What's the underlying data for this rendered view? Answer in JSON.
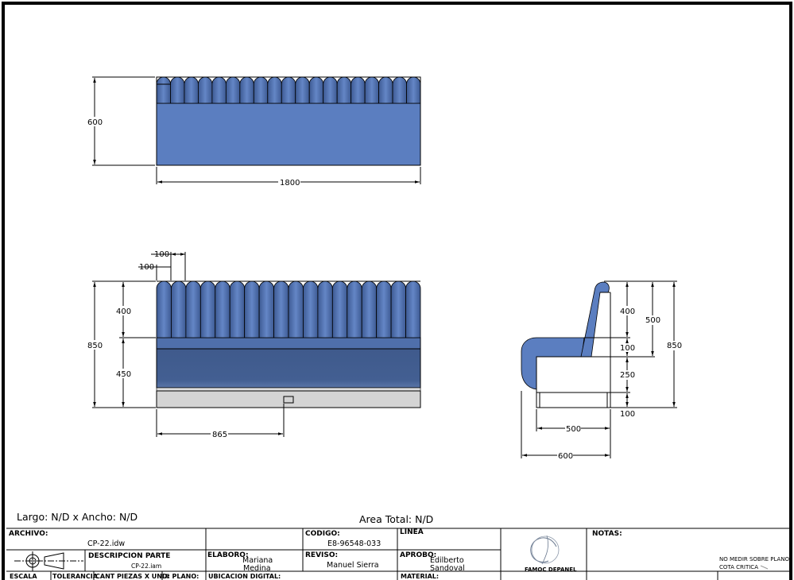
{
  "colors": {
    "upholstery": "#5b7ec0",
    "upholstery_dark": "#3f5a8c",
    "base_gray": "#d4d4d4"
  },
  "top_view": {
    "dim_depth": "600",
    "dim_width": "1800",
    "cushion_count": 19
  },
  "front_view": {
    "dim_total_height": "850",
    "dim_back_height": "400",
    "dim_seat_height": "450",
    "dim_cushion_width": "100",
    "dim_cushion_offset": "100",
    "dim_center": "865",
    "cushion_count": 18
  },
  "side_view": {
    "dim_back": "400",
    "dim_back_total": "500",
    "dim_total_height": "850",
    "dim_arm": "100",
    "dim_seat": "250",
    "dim_legs": "100",
    "dim_seat_depth": "500",
    "dim_total_depth": "600"
  },
  "summary": {
    "size": "Largo: N/D x Ancho: N/D",
    "area": "Area Total: N/D"
  },
  "title_block": {
    "archivo_label": "ARCHIVO:",
    "archivo": "CP-22.idw",
    "codigo_label": "CODIGO:",
    "codigo": "E8-96548-033",
    "linea_label": "LINEA",
    "descripcion_label": "DESCRIPCION PARTE",
    "descripcion": "CP-22.iam",
    "elaboro_label": "ELABORO:",
    "elaboro_1": "Mariana",
    "elaboro_2": "Medina",
    "reviso_label": "REVISO:",
    "reviso": "Manuel Sierra",
    "aprobo_label": "APROBO:",
    "aprobo_1": "Edilberto",
    "aprobo_2": "Sandoval",
    "logo_text": "FAMOC DEPANEL",
    "notas_label": "NOTAS:",
    "nota_1": "NO MEDIR SOBRE PLANO",
    "nota_2": "COTA CRITICA",
    "escala_label": "ESCALA",
    "tolerancia_label": "TOLERANCIA",
    "cant_label": "CANT PIEZAS X UND:",
    "plano_label": "# PLANO:",
    "ubicacion_label": "UBICACION DIGITAL:",
    "material_label": "MATERIAL:"
  }
}
